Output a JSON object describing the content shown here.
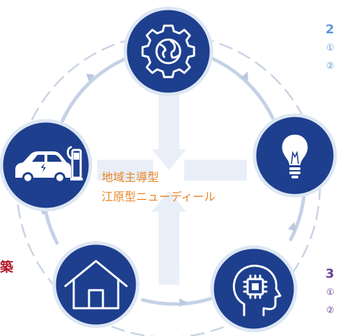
{
  "center": {
    "line1": "地域主導型",
    "line2": "江原型ニューディール"
  },
  "nodes": [
    {
      "name": "global-gear",
      "icon": "gear-globe-icon"
    },
    {
      "name": "idea",
      "icon": "lightbulb-icon"
    },
    {
      "name": "ai",
      "icon": "ai-head-chip-icon"
    },
    {
      "name": "housing",
      "icon": "house-icon"
    },
    {
      "name": "mobility",
      "icon": "ev-car-charging-icon"
    }
  ],
  "right_top": {
    "number": "2",
    "items": [
      "①",
      "②"
    ]
  },
  "right_bottom": {
    "number": "3",
    "items": [
      "①",
      "②"
    ]
  },
  "left_fragment": "築",
  "colors": {
    "node": "#1d3f8e",
    "center_text": "#e9872b",
    "num2": "#5b9bd5",
    "num3": "#6a3f98",
    "fragment": "#b3192a",
    "ring": "#c5d2e6"
  }
}
